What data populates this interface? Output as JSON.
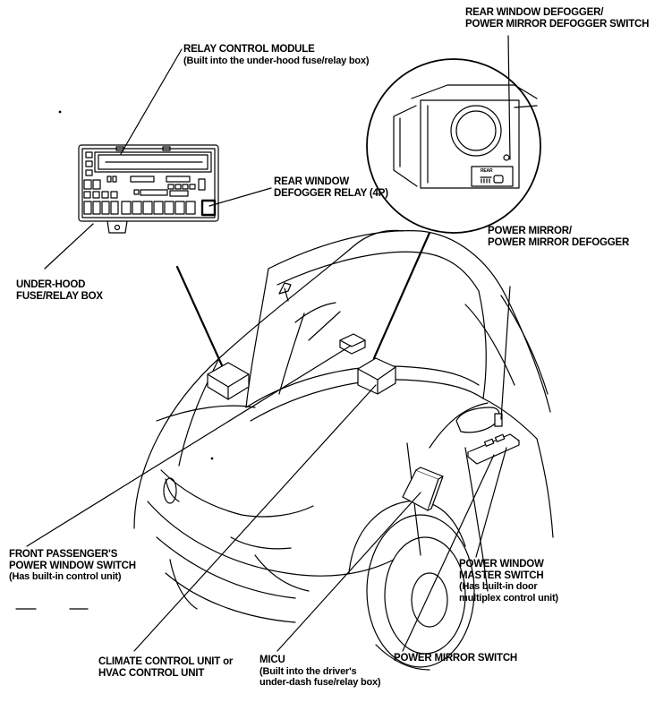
{
  "labels": {
    "rear_defogger_switch": {
      "line1": "REAR WINDOW DEFOGGER/",
      "line2": "POWER MIRROR DEFOGGER SWITCH"
    },
    "relay_control_module": {
      "line1": "RELAY CONTROL MODULE",
      "line2": "(Built into the under-hood fuse/relay box)"
    },
    "rear_defogger_relay": {
      "line1": "REAR WINDOW",
      "line2": "DEFOGGER RELAY (4P)"
    },
    "power_mirror": {
      "line1": "POWER MIRROR/",
      "line2": "POWER MIRROR DEFOGGER"
    },
    "under_hood_box": {
      "line1": "UNDER-HOOD",
      "line2": "FUSE/RELAY BOX"
    },
    "front_passenger_switch": {
      "line1": "FRONT PASSENGER'S",
      "line2": "POWER WINDOW SWITCH",
      "line3": "(Has built-in control unit)"
    },
    "power_window_master": {
      "line1": "POWER WINDOW",
      "line2": "MASTER SWITCH",
      "line3": "(Has built-in door",
      "line4": "multiplex control unit)"
    },
    "climate_control": {
      "line1": "CLIMATE CONTROL UNIT or",
      "line2": "HVAC CONTROL UNIT"
    },
    "micu": {
      "line1": "MICU",
      "line2": "(Built into the driver's",
      "line3": "under-dash fuse/relay box)"
    },
    "power_mirror_switch": {
      "line1": "POWER MIRROR SWITCH"
    }
  },
  "switch_panel": {
    "text": "REAR"
  }
}
